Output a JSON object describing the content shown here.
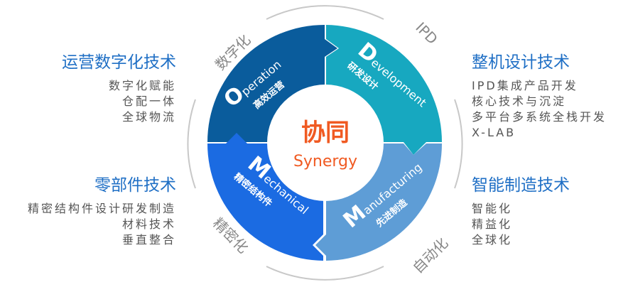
{
  "center": {
    "title": "协同",
    "subtitle": "Synergy"
  },
  "quadrants": [
    {
      "letter": "O",
      "word": "peration",
      "cn": "高效运营",
      "color": "#0a5c9c"
    },
    {
      "letter": "D",
      "word": "evelopment",
      "cn": "研发设计",
      "color": "#17a8c0"
    },
    {
      "letter": "M",
      "word": "echanical",
      "cn": "精密结构件",
      "color": "#1b6be2"
    },
    {
      "letter": "M",
      "word": "anufacturing",
      "cn": "先进制造",
      "color": "#5e9dd6"
    }
  ],
  "ring_labels": [
    "数字化",
    "IPD",
    "精密化",
    "自动化"
  ],
  "left": [
    {
      "title": "运营数字化技术",
      "items": [
        "数字化赋能",
        "仓配一体",
        "全球物流"
      ]
    },
    {
      "title": "零部件技术",
      "items": [
        "精密结构件设计研发制造",
        "材料技术",
        "垂直整合"
      ]
    }
  ],
  "right": [
    {
      "title": "整机设计技术",
      "items": [
        "IPD集成产品开发",
        "核心技术与沉淀",
        "多平台多系统全栈开发",
        "X-LAB"
      ]
    },
    {
      "title": "智能制造技术",
      "items": [
        "智能化",
        "精益化",
        "全球化"
      ]
    }
  ],
  "colors": {
    "accent": "#f05a22",
    "heading": "#1f6fc5"
  }
}
